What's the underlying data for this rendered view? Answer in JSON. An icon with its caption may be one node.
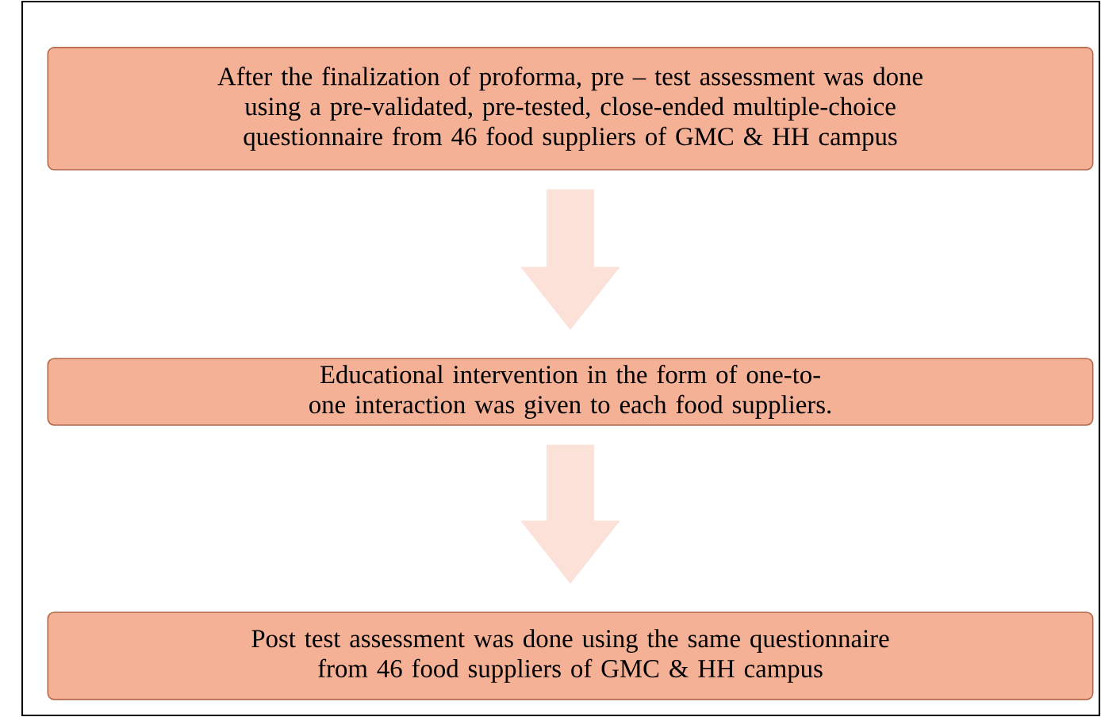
{
  "diagram": {
    "nodes": [
      {
        "text": [
          "After the finalization of proforma, pre – test assessment was done using a pre-validated, pre-tested, close-ended multiple-choice questionnaire from 46 food suppliers of GMC & HH campus"
        ]
      },
      {
        "text": [
          "Educational intervention in the form of one-to-one interaction was given to each food suppliers."
        ]
      },
      {
        "text": [
          "Post test assessment was done using the same questionnaire from 46 food suppliers of GMC & HH campus"
        ]
      }
    ],
    "edges": [
      {
        "from": 0,
        "to": 1,
        "arrow": "to"
      },
      {
        "from": 1,
        "to": 2,
        "arrow": "to"
      }
    ]
  }
}
